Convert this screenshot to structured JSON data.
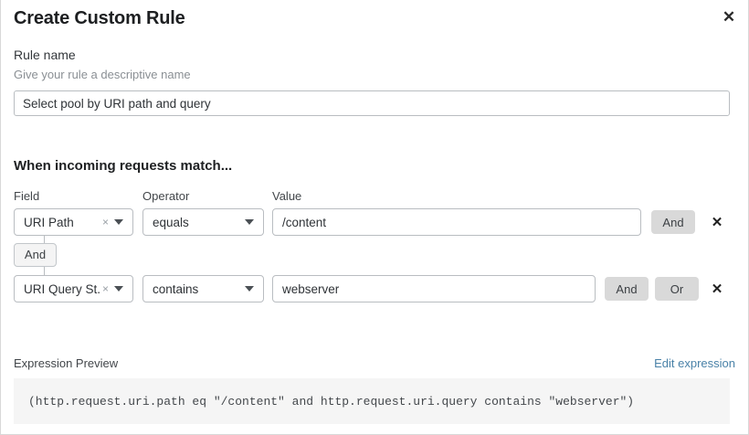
{
  "header": {
    "title": "Create Custom Rule",
    "close_icon": "close-icon"
  },
  "rule_name": {
    "label": "Rule name",
    "help": "Give your rule a descriptive name",
    "value": "Select pool by URI path and query",
    "placeholder": "Select pool by URI path and query"
  },
  "conditions": {
    "heading": "When incoming requests match...",
    "columns": {
      "field": "Field",
      "operator": "Operator",
      "value": "Value"
    },
    "connector_label": "And",
    "rows": [
      {
        "field": "URI Path",
        "operator": "equals",
        "value": "/content",
        "clear_icon": "×",
        "logic_buttons": [
          "And"
        ],
        "delete_icon": "✕"
      },
      {
        "field": "URI Query St...",
        "operator": "contains",
        "value": "webserver",
        "clear_icon": "×",
        "logic_buttons": [
          "And",
          "Or"
        ],
        "delete_icon": "✕"
      }
    ]
  },
  "expression": {
    "label": "Expression Preview",
    "edit_link": "Edit expression",
    "code": "(http.request.uri.path eq \"/content\" and http.request.uri.query contains \"webserver\")"
  },
  "colors": {
    "accent_link": "#4a82a8",
    "button_gray": "#d9d9d9",
    "code_bg": "#f5f5f5",
    "border": "#b9bdc1"
  }
}
